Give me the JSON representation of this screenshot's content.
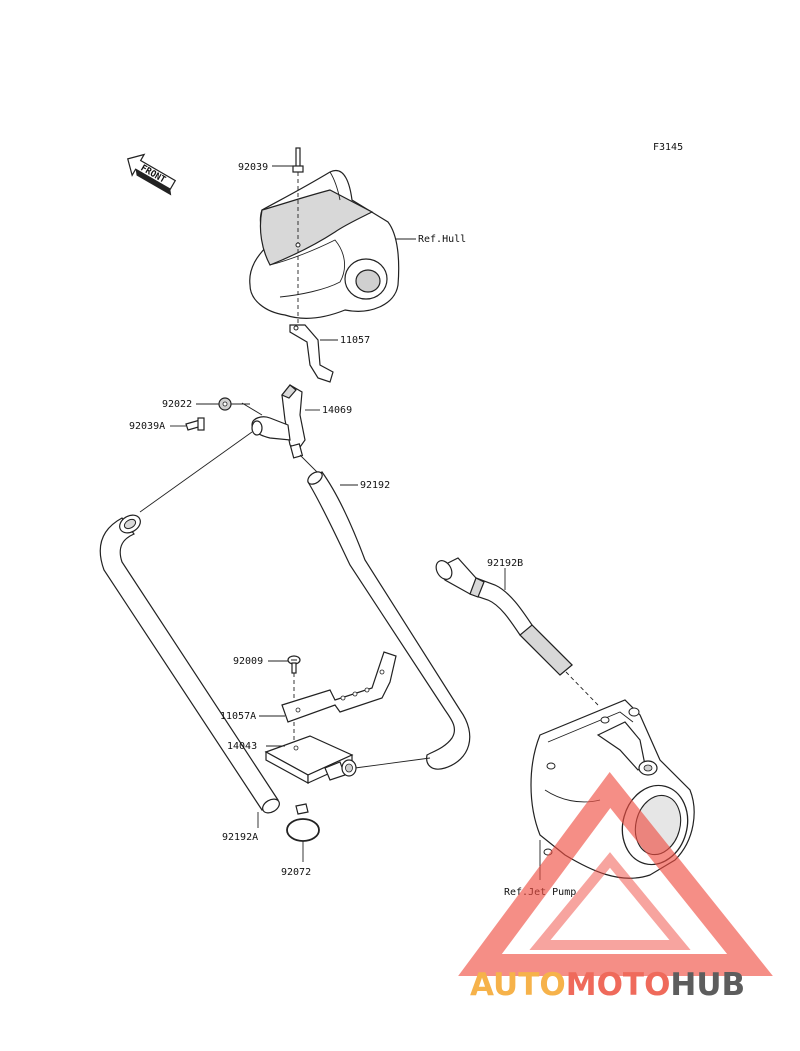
{
  "figure_code": "F3145",
  "front_label": "FRONT",
  "labels": {
    "p92039": "92039",
    "ref_hull": "Ref.Hull",
    "p11057": "11057",
    "p92022": "92022",
    "p92039A": "92039A",
    "p14069": "14069",
    "p92192": "92192",
    "p92192B": "92192B",
    "p92009": "92009",
    "p11057A": "11057A",
    "p14043": "14043",
    "p92192A": "92192A",
    "p92072": "92072",
    "ref_jet_pump": "Ref.Jet Pump"
  },
  "watermark": {
    "part1": "AUTO",
    "part2": "MOTO",
    "part3": "HUB",
    "colors": {
      "auto": "#f6b24a",
      "moto": "#ef6a5b",
      "hub": "#5d5d5d",
      "triangle": "#ef4d42"
    }
  }
}
